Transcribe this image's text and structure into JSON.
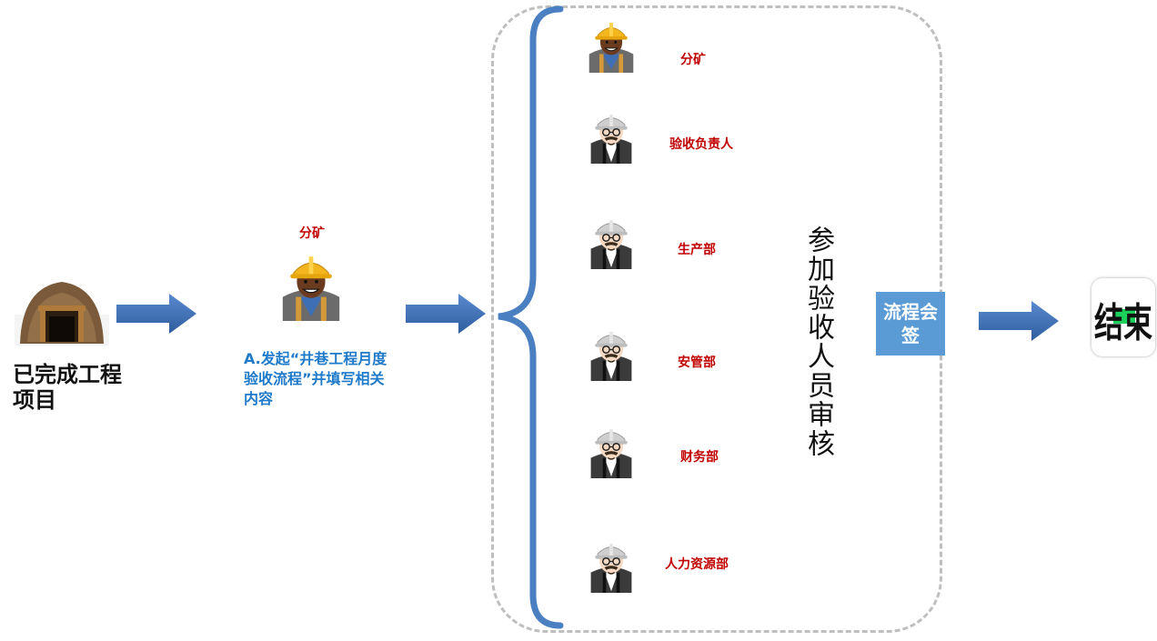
{
  "start": {
    "label": "已完成工程项目"
  },
  "initiator": {
    "role": "分矿",
    "action": "A.发起“井巷工程月度验收流程”并填写相关内容"
  },
  "reviewers": [
    {
      "label": "分矿"
    },
    {
      "label": "验收负责人"
    },
    {
      "label": "生产部"
    },
    {
      "label": "安管部"
    },
    {
      "label": "财务部"
    },
    {
      "label": "人力资源部"
    }
  ],
  "panel_title": "参加验收人员审核",
  "sign": {
    "label": "流程会签"
  },
  "end": {
    "label": "结束"
  },
  "colors": {
    "arrow": "#3e6fb4",
    "role_text": "#c00000",
    "action_text": "#1f7ac9",
    "sign_box": "#5b9bd5",
    "brace": "#4a7fc1"
  }
}
